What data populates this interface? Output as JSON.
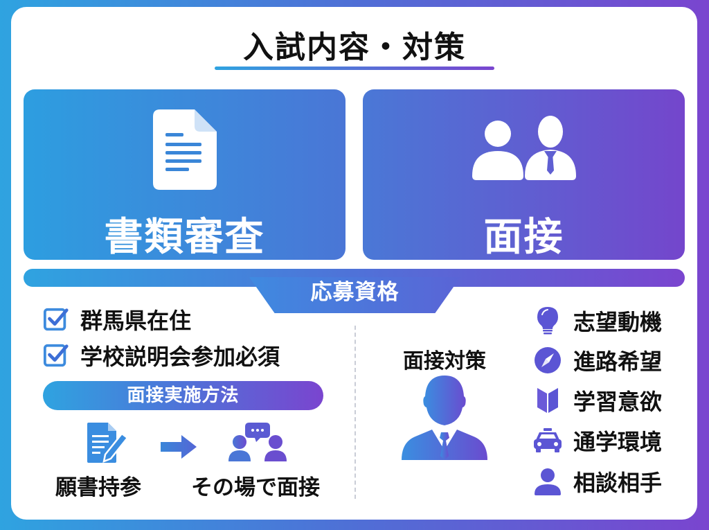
{
  "title": "入試内容・対策",
  "panels": [
    {
      "label": "書類審査",
      "icon": "document-icon"
    },
    {
      "label": "面接",
      "icon": "two-people-icon"
    }
  ],
  "qualification": {
    "label": "応募資格",
    "items": [
      {
        "text": "群馬県在住",
        "checked": true
      },
      {
        "text": "学校説明会参加必須",
        "checked": true
      }
    ]
  },
  "method": {
    "label": "面接実施方法",
    "steps": [
      {
        "label": "願書持参",
        "icon": "form-pen-icon"
      },
      {
        "label": "その場で面接",
        "icon": "conversation-icon"
      }
    ],
    "arrow_icon": "arrow-right-icon"
  },
  "preparation": {
    "label": "面接対策",
    "points": [
      {
        "text": "志望動機",
        "icon": "lightbulb-icon"
      },
      {
        "text": "進路希望",
        "icon": "compass-icon"
      },
      {
        "text": "学習意欲",
        "icon": "beginner-mark-icon"
      },
      {
        "text": "通学環境",
        "icon": "car-icon"
      },
      {
        "text": "相談相手",
        "icon": "person-icon"
      }
    ]
  },
  "colors": {
    "gradient_start": "#2fa3e0",
    "gradient_mid": "#4f72d8",
    "gradient_end": "#7a45cf",
    "checkbox": "#3d8bde",
    "icon_purple": "#5b55d4"
  }
}
